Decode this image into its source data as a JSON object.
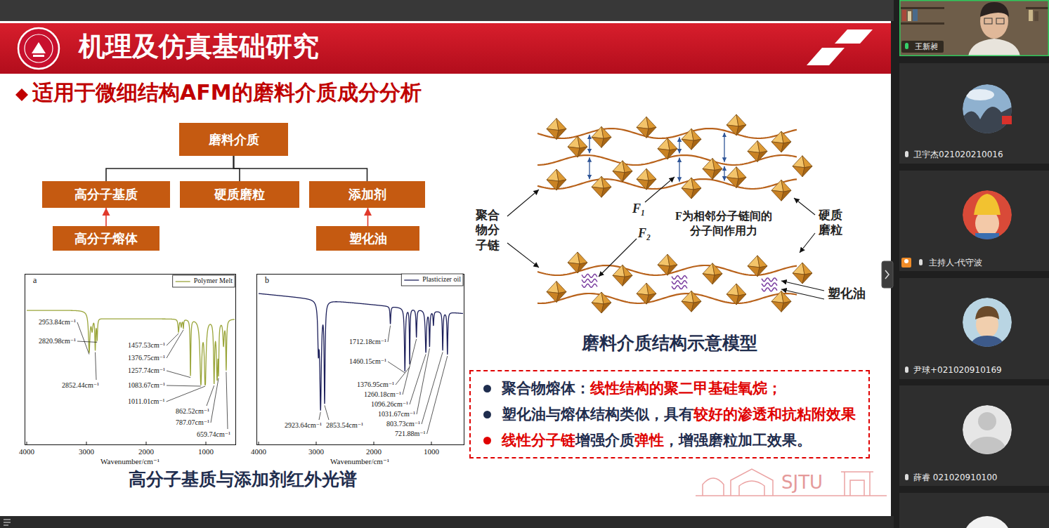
{
  "diagram": {
    "title": "机理及仿真基础研究",
    "nodes": [
      {
        "text": [
          "磨料介质"
        ]
      },
      {
        "text": [
          "高分子基质"
        ]
      },
      {
        "text": [
          "硬质磨粒"
        ]
      },
      {
        "text": [
          "添加剂"
        ]
      },
      {
        "text": [
          "高分子熔体"
        ]
      },
      {
        "text": [
          "塑化油"
        ]
      },
      {
        "text": [
          "聚合物熔体：",
          "线性结构的聚二甲基硅氧烷；",
          "塑化油与熔体结构类似，具有",
          "较好的渗透和抗粘附效果",
          "线性分子链",
          "增强介质",
          "弹性",
          "，增强磨粒加工效果。"
        ]
      }
    ],
    "edges": [
      {
        "from": 0,
        "to": 1,
        "arrow": "none"
      },
      {
        "from": 0,
        "to": 2,
        "arrow": "none"
      },
      {
        "from": 0,
        "to": 3,
        "arrow": "none"
      },
      {
        "from": 4,
        "to": 1,
        "arrow": "to"
      },
      {
        "from": 5,
        "to": 3,
        "arrow": "to"
      }
    ],
    "labels": [
      "适用于微细结构AFM的磨料介质成分分析",
      "a",
      "2953.84cm⁻¹",
      "2820.98cm⁻¹",
      "2852.44cm⁻¹",
      "1457.53cm⁻¹",
      "1376.75cm⁻¹",
      "1257.74cm⁻¹",
      "1083.67cm⁻¹",
      "1011.01cm⁻¹",
      "862.52cm⁻¹",
      "787.07cm⁻¹",
      "659.74cm⁻¹",
      "4000",
      "3000",
      "2000",
      "1000",
      "Wavenumber/cm⁻¹",
      "b",
      "1712.18cm⁻¹",
      "1460.15cm⁻¹",
      "1376.95cm⁻¹",
      "1260.18cm⁻¹",
      "1096.26cm⁻¹",
      "1031.67cm⁻¹",
      "803.73cm⁻¹",
      "721.88m⁻¹",
      "2923.64cm⁻¹",
      "2853.54cm⁻¹",
      "4000",
      "3000",
      "2000",
      "1000",
      "Wavenumber/cm⁻¹",
      "高分子基质与添加剂红外光谱",
      "聚合物分子链",
      "F₁",
      "F为相邻分子链间的分子间作用力",
      "硬质磨粒",
      "F₂",
      "塑化油",
      "磨料介质结构示意模型",
      "SJTU",
      "王新昶",
      "卫宇杰021020210016",
      "主持人-代守波",
      "尹球+021020910169",
      "薛睿 021020910100"
    ],
    "legend": [
      {
        "text": "Polymer Melt"
      },
      {
        "text": "Plasticizer oil"
      }
    ]
  }
}
